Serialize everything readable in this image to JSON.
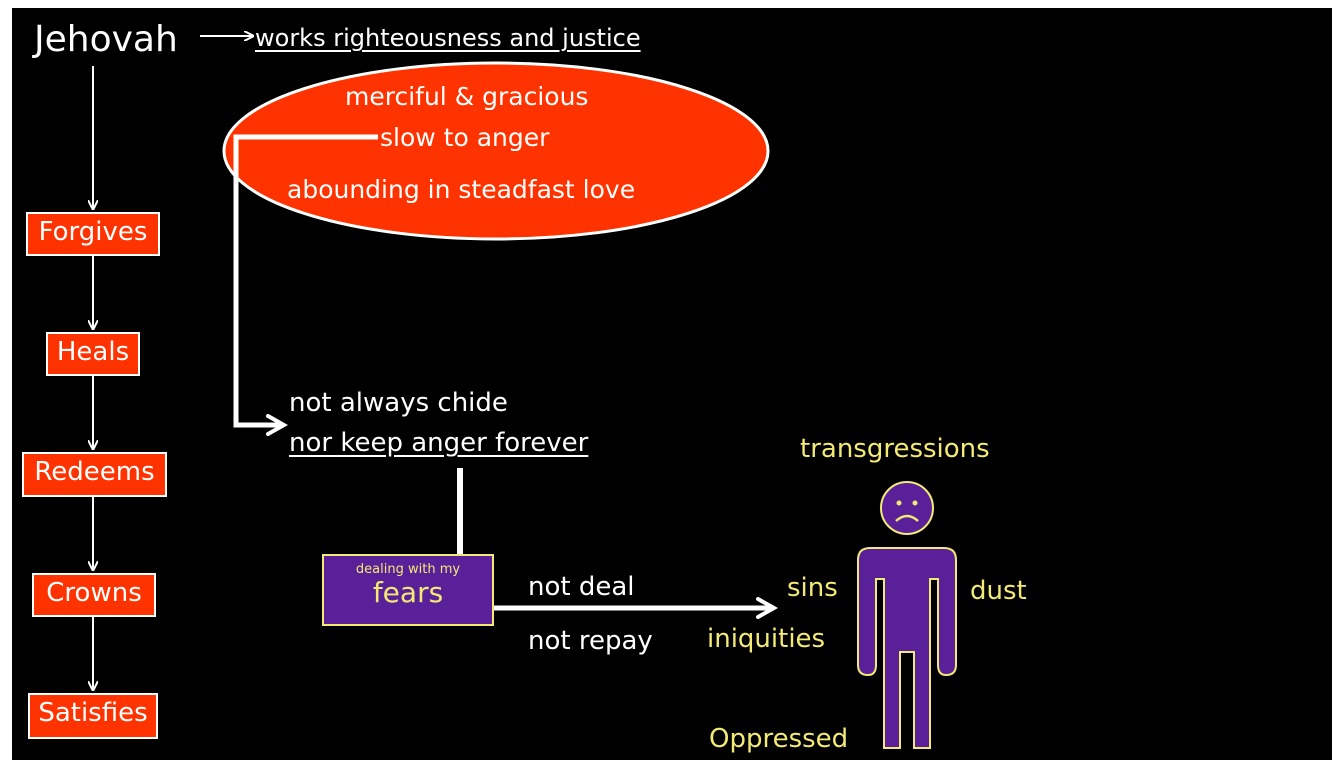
{
  "title": "Jehovah",
  "works": "works righteousness and justice",
  "attributes": [
    "merciful & gracious",
    "slow to anger",
    "abounding in steadfast love"
  ],
  "actions": [
    "Forgives",
    "Heals",
    "Redeems",
    "Crowns",
    "Satisfies"
  ],
  "anger": [
    "not always chide",
    "nor keep anger forever"
  ],
  "fears_box": {
    "small": "dealing with my",
    "big": "fears"
  },
  "deal": [
    "not deal",
    "not repay"
  ],
  "person": {
    "transgressions": "transgressions",
    "sins": "sins",
    "iniquities": "iniquities",
    "dust": "dust",
    "oppressed": "Oppressed"
  },
  "colors": {
    "red": "#ff3300",
    "purple": "#5a209a",
    "yellow": "#f2ea73",
    "background": "#000000"
  }
}
